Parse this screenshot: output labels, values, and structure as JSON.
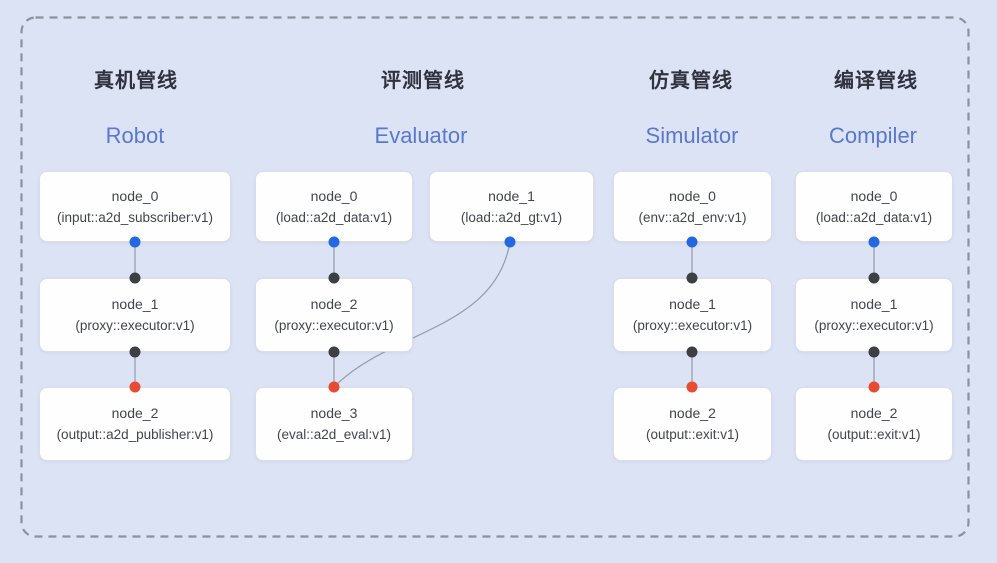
{
  "diagram": {
    "background_color": "#dce3f5",
    "dashed_border_color": "#8c919d",
    "colors": {
      "input_port_dot": "#2368e1",
      "internal_port_dot": "#3c3f43",
      "output_port_dot": "#e74b31",
      "edge_line": "#98a0b0",
      "node_fill": "#fefefe",
      "node_border": "#d8dde8",
      "title_cn": "#2e333e",
      "title_en": "#5978ce",
      "node_text": "#41454c"
    },
    "pipelines": [
      {
        "title_cn": "真机管线",
        "title_en": "Robot",
        "nodes": [
          {
            "name": "node_0",
            "type": "(input::a2d_subscriber:v1)"
          },
          {
            "name": "node_1",
            "type": "(proxy::executor:v1)"
          },
          {
            "name": "node_2",
            "type": "(output::a2d_publisher:v1)"
          }
        ],
        "edges": [
          {
            "from": "node_0",
            "to": "node_1"
          },
          {
            "from": "node_1",
            "to": "node_2"
          }
        ]
      },
      {
        "title_cn": "评测管线",
        "title_en": "Evaluator",
        "nodes": [
          {
            "name": "node_0",
            "type": "(load::a2d_data:v1)"
          },
          {
            "name": "node_1",
            "type": "(load::a2d_gt:v1)"
          },
          {
            "name": "node_2",
            "type": "(proxy::executor:v1)"
          },
          {
            "name": "node_3",
            "type": "(eval::a2d_eval:v1)"
          }
        ],
        "edges": [
          {
            "from": "node_0",
            "to": "node_2"
          },
          {
            "from": "node_2",
            "to": "node_3"
          },
          {
            "from": "node_1",
            "to": "node_3"
          }
        ]
      },
      {
        "title_cn": "仿真管线",
        "title_en": "Simulator",
        "nodes": [
          {
            "name": "node_0",
            "type": "(env::a2d_env:v1)"
          },
          {
            "name": "node_1",
            "type": "(proxy::executor:v1)"
          },
          {
            "name": "node_2",
            "type": "(output::exit:v1)"
          }
        ],
        "edges": [
          {
            "from": "node_0",
            "to": "node_1"
          },
          {
            "from": "node_1",
            "to": "node_2"
          }
        ]
      },
      {
        "title_cn": "编译管线",
        "title_en": "Compiler",
        "nodes": [
          {
            "name": "node_0",
            "type": "(load::a2d_data:v1)"
          },
          {
            "name": "node_1",
            "type": "(proxy::executor:v1)"
          },
          {
            "name": "node_2",
            "type": "(output::exit:v1)"
          }
        ],
        "edges": [
          {
            "from": "node_0",
            "to": "node_1"
          },
          {
            "from": "node_1",
            "to": "node_2"
          }
        ]
      }
    ]
  }
}
